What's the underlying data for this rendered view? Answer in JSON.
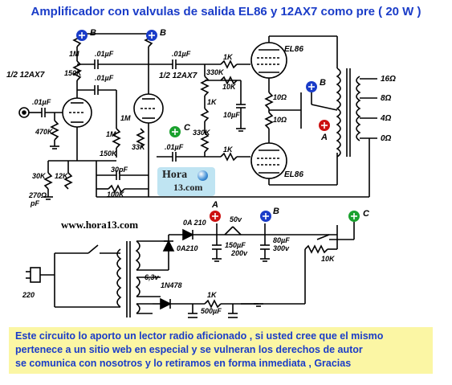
{
  "title": "Amplificador con valvulas de salida EL86 y 12AX7 como pre  ( 20 W )",
  "website": "www.hora13.com",
  "logo": {
    "line1": "Hora",
    "line2": "13.com"
  },
  "note": {
    "line1": "Este circuito lo aporto un lector radio aficionado , si usted cree que el mismo",
    "line2": "pertenece a un sitio web en especial y se vulneran los derechos de autor",
    "line3": "se comunica con nosotros y lo retiramos en forma inmediata , Gracias"
  },
  "terminals": {
    "b": "B",
    "a": "A",
    "c": "C"
  },
  "tubes": {
    "pre": "1/2 12AX7",
    "out": "EL86"
  },
  "components": {
    "c_in": ".01µF",
    "r_470k": "470K",
    "r_1m_top": "1M",
    "r_150k_a": "150K",
    "c_01a": ".01µF",
    "c_01b": ".01µF",
    "c_01c": ".01µF",
    "c_01d": ".01µF",
    "r_1m_mid": "1M",
    "r_1m_vert": "1M",
    "r_33k": "33K",
    "r_150k_b": "150K",
    "r_330k_a": "330K",
    "r_330k_b": "330K",
    "r_10k": "10K",
    "r_1k_pot": "1K",
    "c_10uf": "10µF",
    "r_1k_a": "1K",
    "r_1k_b": "1K",
    "r_10r_a": "10Ω",
    "r_10r_b": "10Ω",
    "c_30pf": "30pF",
    "r_100k": "100K",
    "r_30k": "30K",
    "r_12k": "12K",
    "r_270": "270Ω",
    "c_pf": "pF"
  },
  "output_taps": [
    "16Ω",
    "8Ω",
    "4Ω",
    "0Ω"
  ],
  "power": {
    "diode_a": "0A 210",
    "diode_b": "0A210",
    "diode_c": "1N478",
    "c_150": "150µF",
    "v_200": "200v",
    "c_80": "80µF",
    "v_300": "300v",
    "v_50": "50v",
    "pot_10k": "10K",
    "heater": "6,3v",
    "mains": "220",
    "r_1k_c": "1K",
    "c_500": "500µF"
  }
}
